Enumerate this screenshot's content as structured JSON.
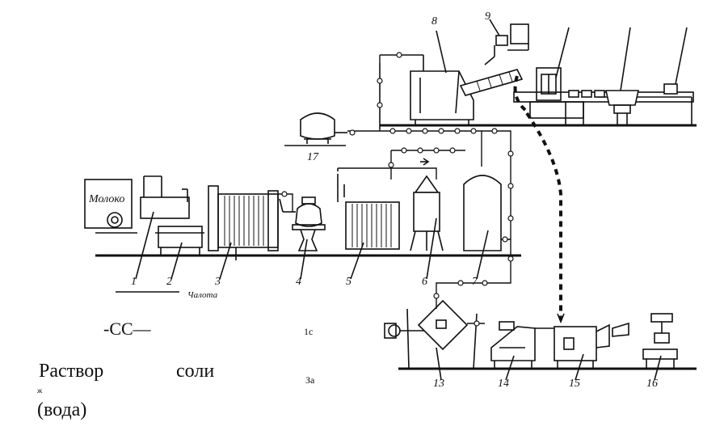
{
  "diagram": {
    "labels": {
      "milk": "Молоко",
      "water": "Чалота",
      "cc": "-СС—",
      "frag1": "1с",
      "frag2": "Зa",
      "frag3": "ж"
    },
    "numbers": [
      "1",
      "2",
      "3",
      "4",
      "5",
      "6",
      "7",
      "8",
      "9",
      "13",
      "14",
      "15",
      "16",
      "17"
    ],
    "bottom_text": {
      "line1_left": "Раствор",
      "line1_right": "соли",
      "line2": "(вода)"
    }
  }
}
